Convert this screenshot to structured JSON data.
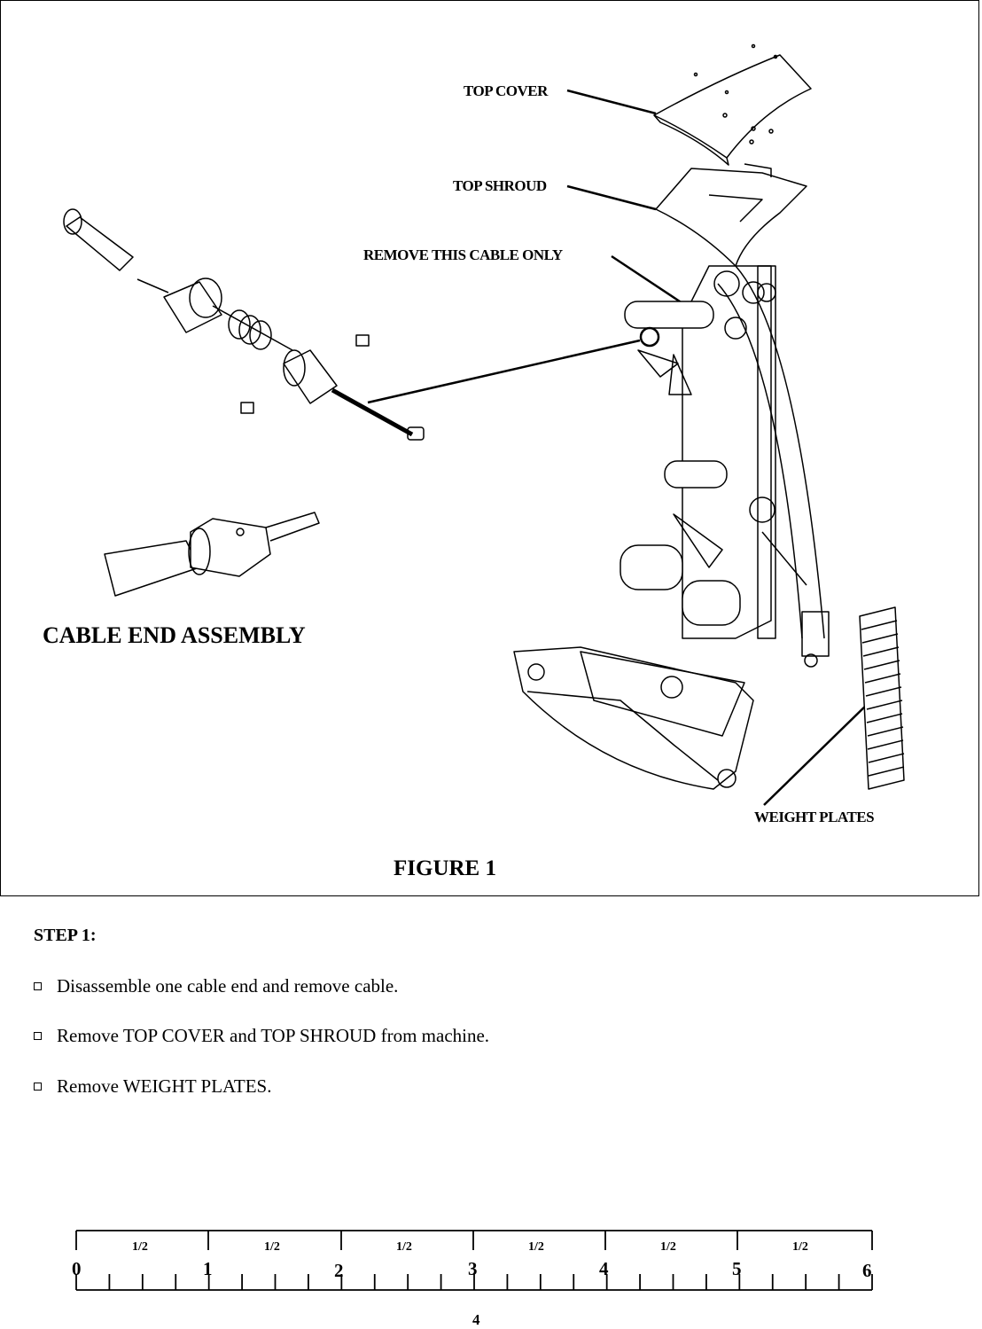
{
  "figure": {
    "caption": "FIGURE 1",
    "callouts": {
      "top_cover": "TOP COVER",
      "top_shroud": "TOP SHROUD",
      "remove_cable": "REMOVE THIS CABLE ONLY",
      "weight_plates": "WEIGHT PLATES",
      "cable_end_assembly": "CABLE END ASSEMBLY"
    }
  },
  "step": {
    "title": "STEP 1:",
    "items": [
      "Disassemble one cable end and remove cable.",
      "Remove TOP COVER and TOP SHROUD from machine.",
      "Remove WEIGHT PLATES."
    ]
  },
  "ruler": {
    "numbers": [
      "0",
      "1",
      "2",
      "3",
      "4",
      "5",
      "6"
    ],
    "half_labels": [
      "1/2",
      "1/2",
      "1/2",
      "1/2",
      "1/2",
      "1/2"
    ]
  },
  "page_number": "4"
}
